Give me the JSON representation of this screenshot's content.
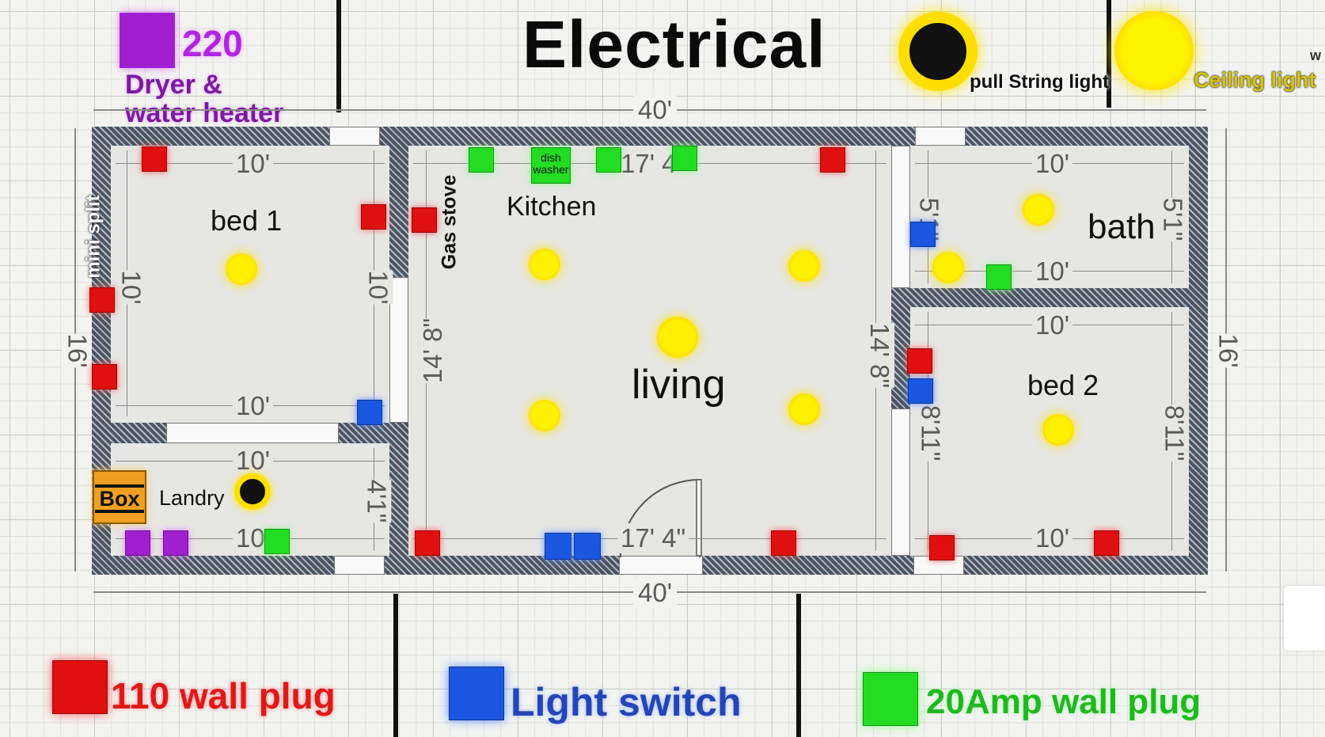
{
  "title": "Electrical",
  "legend": {
    "v220_value": "220",
    "v220_desc_line1": "Dryer &",
    "v220_desc_line2": "water heater",
    "pull_string_light": "pull String light",
    "ceiling_light": "Ceiling light",
    "edge_letter": "w",
    "plug_110": "110 wall plug",
    "light_switch": "Light switch",
    "plug_20amp": "20Amp wall plug"
  },
  "colors": {
    "plug_110": "#e01010",
    "light_switch": "#1a56e0",
    "plug_20amp": "#22dd22",
    "v220": "#a020d0",
    "ceiling_light": "#ffe600",
    "pull_string_light": "#000000",
    "wall": "#4a5361"
  },
  "rooms": {
    "bed1": "bed 1",
    "kitchen": "Kitchen",
    "living": "living",
    "bath": "bath",
    "bed2": "bed 2",
    "laundry": "Landry"
  },
  "labels": {
    "mini_split": "mini split",
    "gas_stove": "Gas stove",
    "dishwasher": "dish washer",
    "box": "Box"
  },
  "dimensions": {
    "overall_width_top": "40'",
    "overall_width_bottom": "40'",
    "overall_depth_left": "16'",
    "overall_depth_right": "16'",
    "bed1_top": "10'",
    "bed1_bottom": "10'",
    "bed1_left": "10'",
    "bed1_right": "10'",
    "laundry_top": "10'",
    "laundry_bottom": "10'",
    "laundry_right": "4'1\"",
    "kitchen_top": "17' 4\"",
    "living_bottom": "17' 4\"",
    "living_left": "14' 8\"",
    "living_right": "14' 8\"",
    "bath_top": "10'",
    "bath_bottom": "10'",
    "bath_left": "5'1\"",
    "bath_right": "5'1\"",
    "bed2_top": "10'",
    "bed2_bottom": "10'",
    "bed2_left": "8'11\"",
    "bed2_right": "8'11\""
  }
}
